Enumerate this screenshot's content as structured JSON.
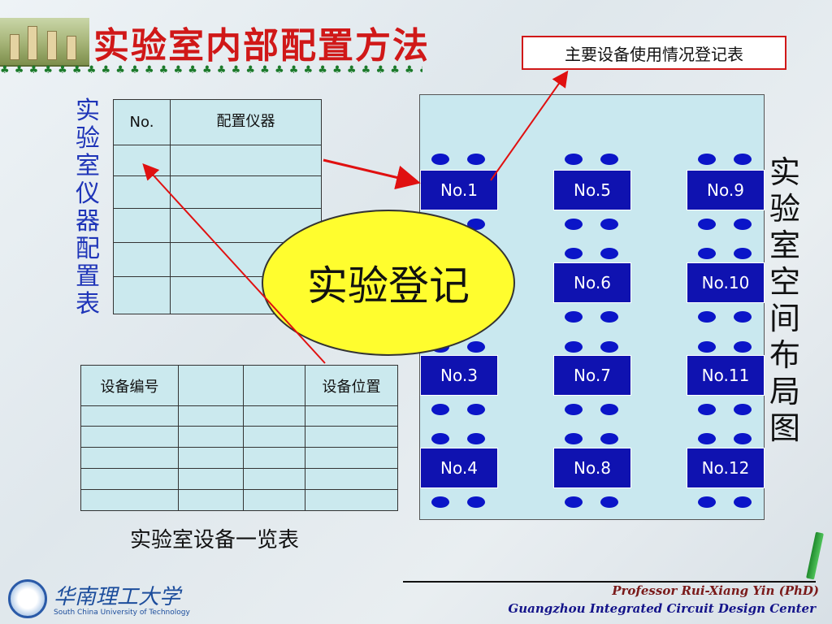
{
  "title": "实验室内部配置方法",
  "callout": "主要设备使用情况登记表",
  "left_vertical_label": "实验室仪器配置表",
  "right_vertical_label": "实验室空间布局图",
  "ellipse_label": "实验登记",
  "table1": {
    "headers": [
      "No.",
      "配置仪器"
    ]
  },
  "table2": {
    "headers": [
      "设备编号",
      "",
      "",
      "设备位置"
    ],
    "caption": "实验室设备一览表"
  },
  "stations": [
    "No.1",
    "No.5",
    "No.9",
    "No.6",
    "No.10",
    "No.3",
    "No.7",
    "No.11",
    "No.4",
    "No.8",
    "No.12"
  ],
  "footer": {
    "line1": "Professor Rui-Xiang Yin (PhD)",
    "line2": "Guangzhou Integrated Circuit Design Center"
  },
  "university": {
    "name_cn": "华南理工大学",
    "name_en": "South China University of Technology"
  },
  "colors": {
    "title": "#d01818",
    "station": "#0f12b0",
    "panel": "#c9e8ef",
    "ellipse": "#fffd2e",
    "arrow": "#e01010"
  }
}
